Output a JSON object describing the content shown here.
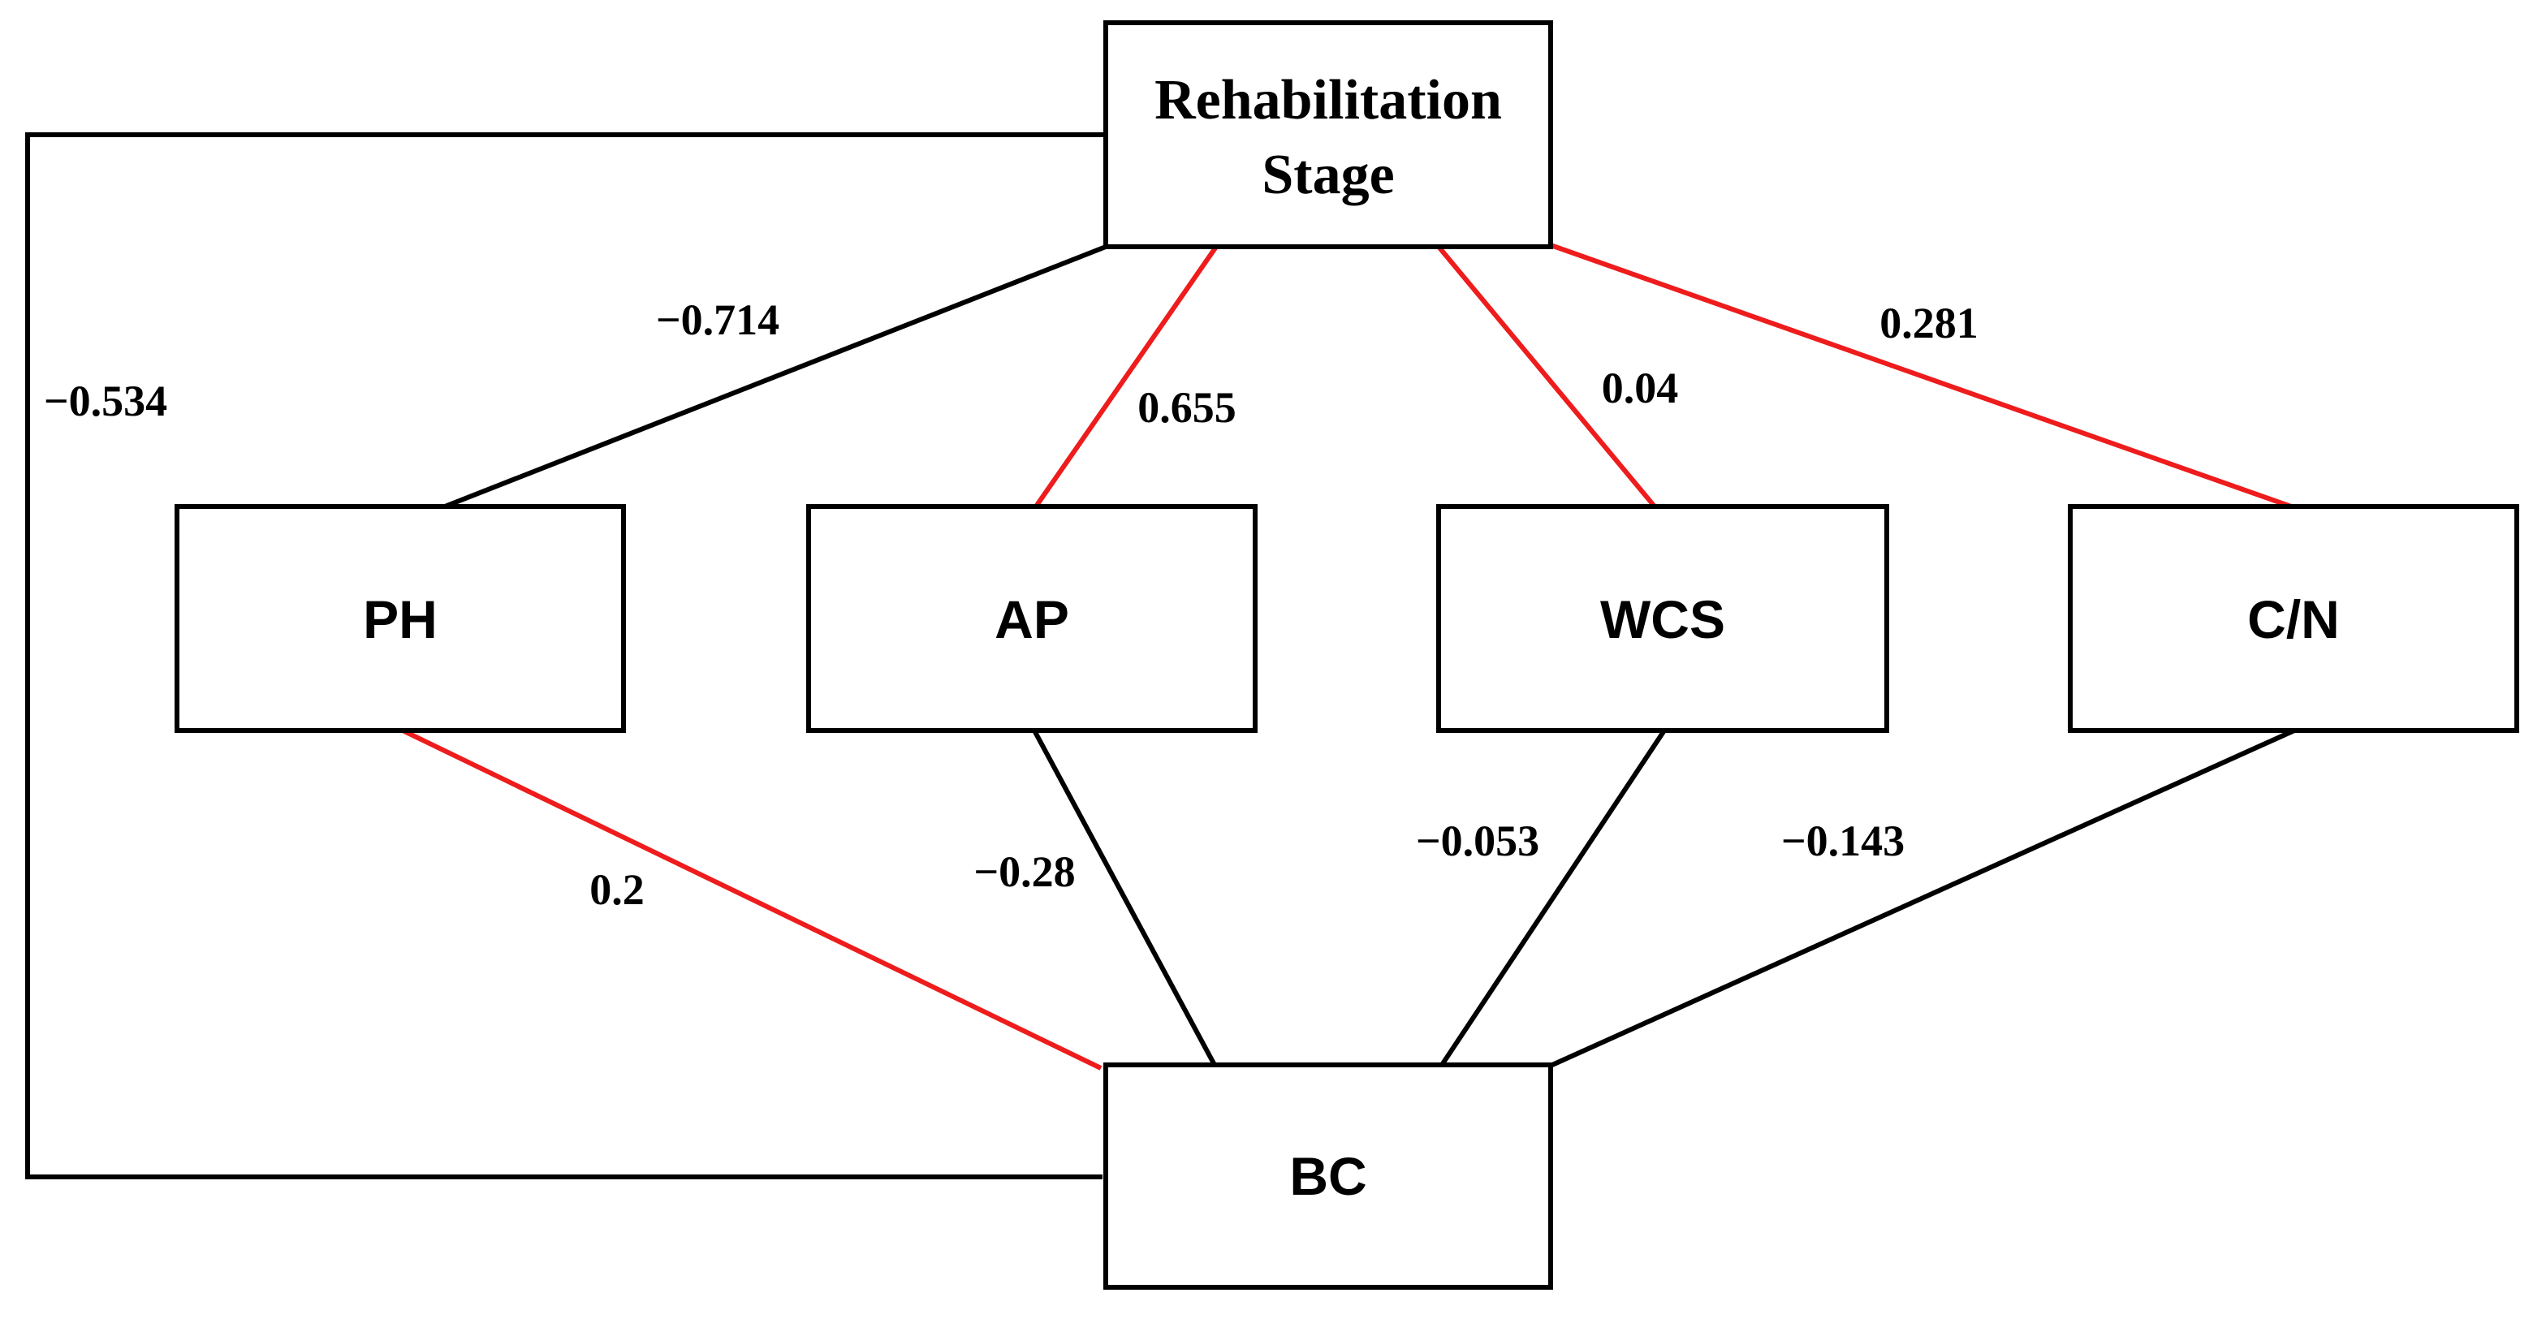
{
  "colors": {
    "positive": "#ee1c1c",
    "negative": "#000000",
    "box_border": "#000000",
    "background": "#ffffff"
  },
  "nodes": {
    "stage": {
      "line1": "Rehabilitation",
      "line2": "Stage"
    },
    "ph": {
      "label": "PH"
    },
    "ap": {
      "label": "AP"
    },
    "wcs": {
      "label": "WCS"
    },
    "cn": {
      "label": "C/N"
    },
    "bc": {
      "label": "BC"
    }
  },
  "edges": {
    "stage_ph": {
      "from": "Rehabilitation Stage",
      "to": "PH",
      "coefficient": "−0.714",
      "color": "#000000"
    },
    "stage_ap": {
      "from": "Rehabilitation Stage",
      "to": "AP",
      "coefficient": "0.655",
      "color": "#ee1c1c"
    },
    "stage_wcs": {
      "from": "Rehabilitation Stage",
      "to": "WCS",
      "coefficient": "0.04",
      "color": "#ee1c1c"
    },
    "stage_cn": {
      "from": "Rehabilitation Stage",
      "to": "C/N",
      "coefficient": "0.281",
      "color": "#ee1c1c"
    },
    "stage_bc": {
      "from": "Rehabilitation Stage",
      "to": "BC",
      "coefficient": "−0.534",
      "color": "#000000"
    },
    "ph_bc": {
      "from": "PH",
      "to": "BC",
      "coefficient": "0.2",
      "color": "#ee1c1c"
    },
    "ap_bc": {
      "from": "AP",
      "to": "BC",
      "coefficient": "−0.28",
      "color": "#000000"
    },
    "wcs_bc": {
      "from": "WCS",
      "to": "BC",
      "coefficient": "−0.053",
      "color": "#000000"
    },
    "cn_bc": {
      "from": "C/N",
      "to": "BC",
      "coefficient": "−0.143",
      "color": "#000000"
    }
  }
}
